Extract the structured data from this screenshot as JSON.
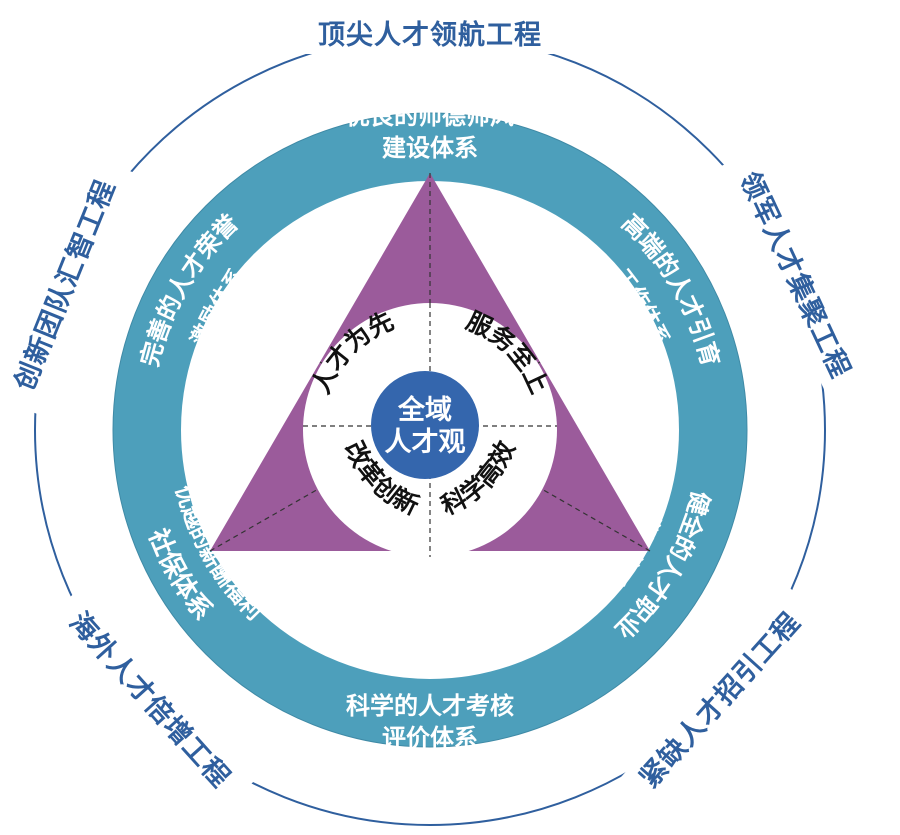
{
  "colors": {
    "outer_ring_line": "#2f5f9e",
    "outer_text": "#2f5f9e",
    "teal_ring": "#4d9fbb",
    "triangle": "#9b5b9b",
    "core": "#3466ad",
    "inner_disc": "#ffffff"
  },
  "outer_projects": [
    {
      "label": "顶尖人才领航工程"
    },
    {
      "label": "领军人才集聚工程"
    },
    {
      "label": "紧缺人才招引工程"
    },
    {
      "label": "海外人才倍增工程"
    },
    {
      "label": "创新团队汇智工程"
    }
  ],
  "ring_systems": {
    "top": {
      "line1": "优良的师德师风",
      "line2": "建设体系"
    },
    "upper_right": {
      "line1": "高端的人才引育",
      "line2": "工作体系"
    },
    "lower_right": {
      "line1": "健全的人才职业",
      "line2": "发展体系"
    },
    "bottom": {
      "line1": "科学的人才考核",
      "line2": "评价体系"
    },
    "lower_left": {
      "line1": "优越的薪酬福利",
      "line2": "社保体系"
    },
    "upper_left": {
      "line1": "完善的人才荣誉",
      "line2": "激励体系"
    }
  },
  "principles": [
    {
      "label": "人才为先"
    },
    {
      "label": "服务至上"
    },
    {
      "label": "改革创新"
    },
    {
      "label": "科学高效"
    }
  ],
  "core": {
    "line1": "全域",
    "line2": "人才观"
  }
}
